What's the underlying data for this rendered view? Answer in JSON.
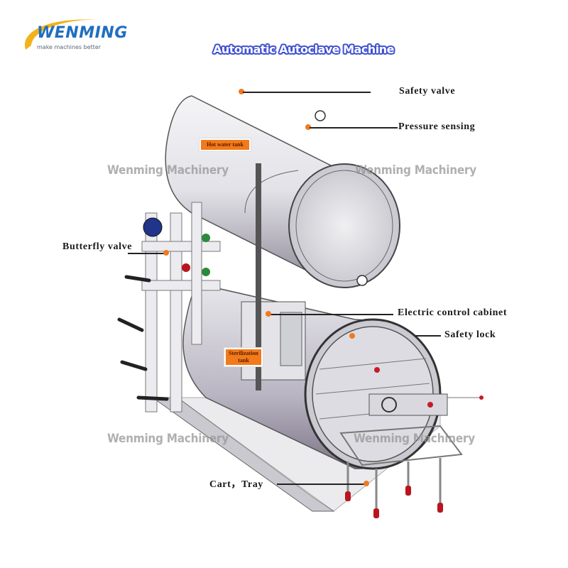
{
  "logo": {
    "brand": "WENMING",
    "tagline": "make machines better",
    "brand_color": "#1f6fc0",
    "swoosh_color": "#f2b21a"
  },
  "title": {
    "text": "Automatic Autoclave Machine",
    "outline_color": "#3e4fd0"
  },
  "diagram": {
    "subject": "Automatic autoclave machine (two horizontal cylindrical tanks on a frame)",
    "tags": [
      {
        "id": "hot-water-tank",
        "text": "Hot water tank"
      },
      {
        "id": "sterilization-tank",
        "text": "Sterilization tank"
      }
    ],
    "callouts": [
      {
        "id": "safety-valve",
        "text": "Safety valve"
      },
      {
        "id": "pressure-sensing",
        "text": "Pressure sensing"
      },
      {
        "id": "butterfly-valve",
        "text": "Butterfly valve"
      },
      {
        "id": "electric-control-cabinet",
        "text": "Electric control cabinet"
      },
      {
        "id": "safety-lock",
        "text": "Safety lock"
      },
      {
        "id": "cart-tray",
        "text": "Cart，Tray"
      }
    ],
    "marker_color": "#f07a20"
  },
  "watermarks": [
    "Wenming Machinery",
    "Wenming Machinery",
    "Wenming Machinery",
    "Wenming Machinery"
  ]
}
